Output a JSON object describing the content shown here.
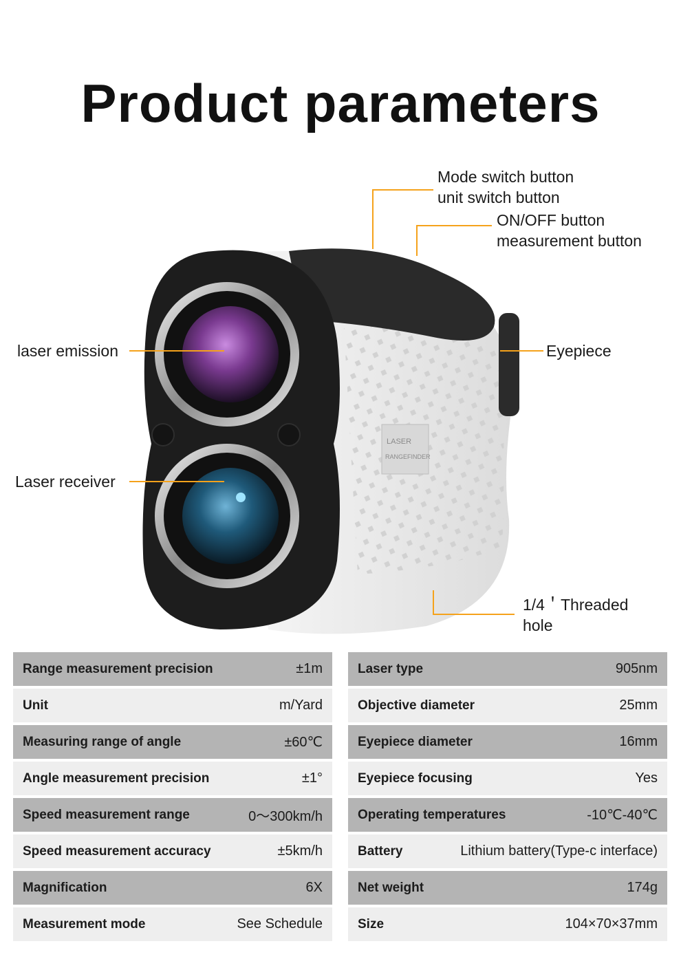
{
  "title": "Product parameters",
  "callouts": {
    "mode_switch_1": "Mode switch button",
    "mode_switch_2": "unit switch button",
    "onoff_1": "ON/OFF button",
    "onoff_2": "measurement button",
    "laser_emission": "laser emission",
    "eyepiece": "Eyepiece",
    "laser_receiver": "Laser receiver",
    "threaded_1": "1/4＇Threaded",
    "threaded_2": "hole"
  },
  "device": {
    "badge_line1": "LASER",
    "badge_line2": "RANGEFINDER"
  },
  "accent_color": "#f5a21b",
  "left_table": [
    {
      "label": "Range measurement precision",
      "value": "±1m"
    },
    {
      "label": "Unit",
      "value": "m/Yard"
    },
    {
      "label": "Measuring range of angle",
      "value": "±60℃"
    },
    {
      "label": "Angle measurement precision",
      "value": "±1°"
    },
    {
      "label": "Speed measurement range",
      "value": "0～300km/h"
    },
    {
      "label": "Speed measurement accuracy",
      "value": "±5km/h"
    },
    {
      "label": "Magnification",
      "value": "6X"
    },
    {
      "label": "Measurement mode",
      "value": "See Schedule"
    }
  ],
  "right_table": [
    {
      "label": "Laser type",
      "value": "905nm"
    },
    {
      "label": "Objective diameter",
      "value": "25mm"
    },
    {
      "label": "Eyepiece diameter",
      "value": "16mm"
    },
    {
      "label": "Eyepiece focusing",
      "value": "Yes"
    },
    {
      "label": "Operating temperatures",
      "value": "-10℃-40℃"
    },
    {
      "label": "Battery",
      "value": "Lithium battery(Type-c interface)"
    },
    {
      "label": "Net weight",
      "value": "174g"
    },
    {
      "label": "Size",
      "value": "104×70×37mm"
    }
  ]
}
